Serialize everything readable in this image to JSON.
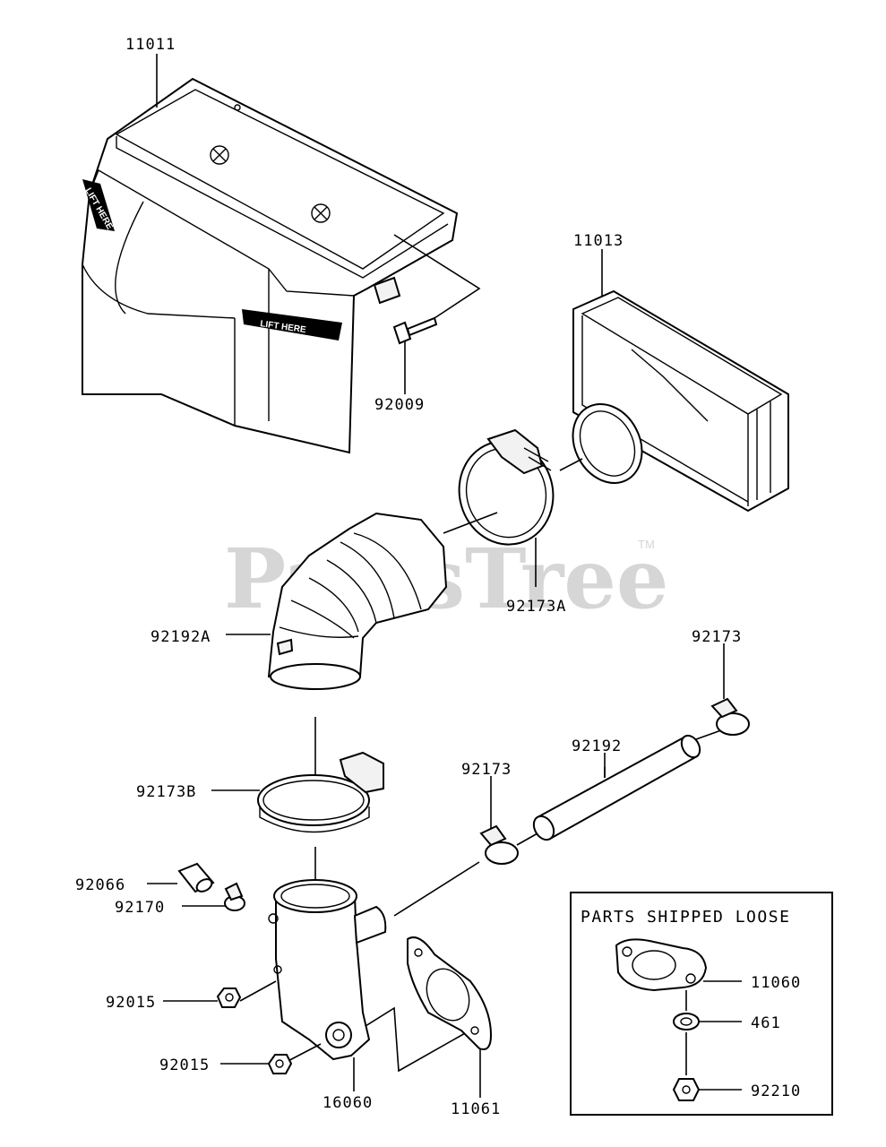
{
  "watermark": {
    "text": "PartsTree",
    "tm": "TM"
  },
  "inset": {
    "title": "PARTS SHIPPED LOOSE"
  },
  "stamps": {
    "lift_here": "LIFT HERE"
  },
  "labels": {
    "p11011": "11011",
    "p11013": "11013",
    "p92009": "92009",
    "p92173A": "92173A",
    "p92192A": "92192A",
    "p92173_right": "92173",
    "p92192": "92192",
    "p92173_mid": "92173",
    "p92173B": "92173B",
    "p92066": "92066",
    "p92170": "92170",
    "p92015_a": "92015",
    "p92015_b": "92015",
    "p16060": "16060",
    "p11061": "11061",
    "p11060": "11060",
    "p461": "461",
    "p92210": "92210"
  }
}
